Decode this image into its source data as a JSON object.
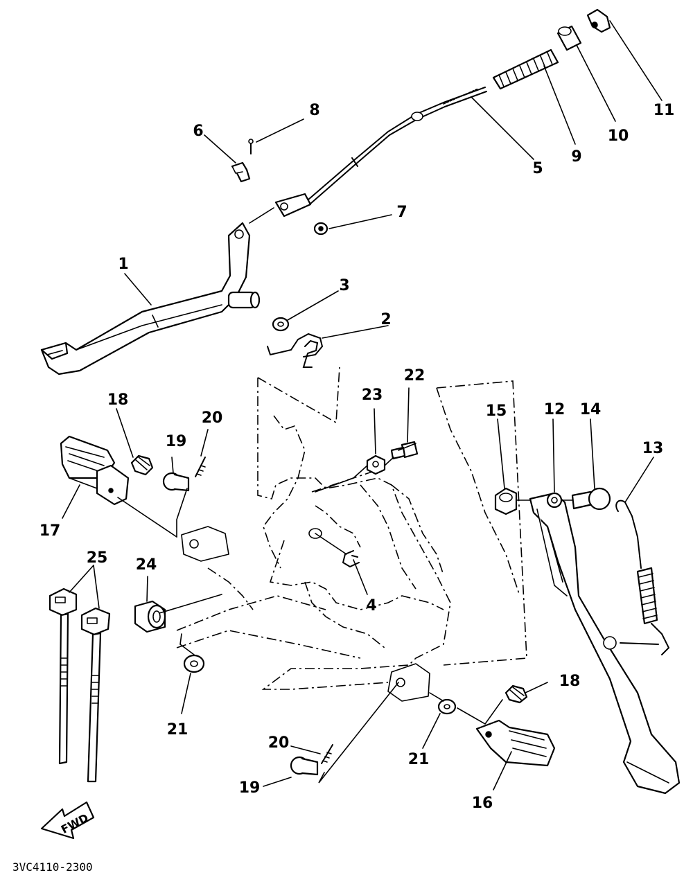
{
  "diagram_code": "3VC4110-2300",
  "fwd_label": "FWD",
  "callouts": {
    "c1": "1",
    "c2": "2",
    "c3": "3",
    "c4": "4",
    "c5": "5",
    "c6": "6",
    "c7": "7",
    "c8": "8",
    "c9": "9",
    "c10": "10",
    "c11": "11",
    "c12": "12",
    "c13": "13",
    "c14": "14",
    "c15": "15",
    "c16": "16",
    "c17": "17",
    "c18a": "18",
    "c18b": "18",
    "c19a": "19",
    "c19b": "19",
    "c20a": "20",
    "c20b": "20",
    "c21a": "21",
    "c21b": "21",
    "c22": "22",
    "c23": "23",
    "c24": "24",
    "c25": "25"
  }
}
